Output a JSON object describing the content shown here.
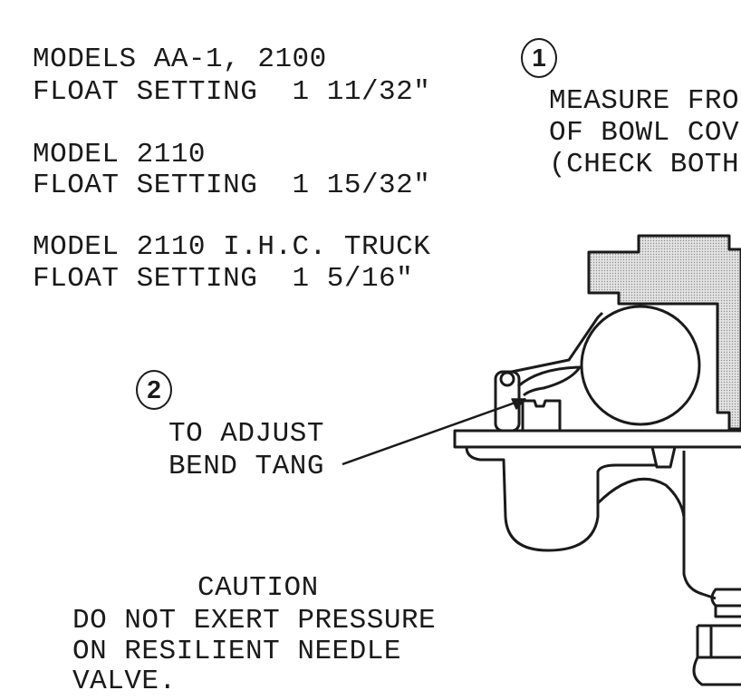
{
  "settings": [
    {
      "model": "MODELS AA-1, 2100",
      "setting": "FLOAT SETTING  1 11/32\""
    },
    {
      "model": "MODEL 2110",
      "setting": "FLOAT SETTING  1 15/32\""
    },
    {
      "model": "MODEL 2110 I.H.C. TRUCK",
      "setting": "FLOAT SETTING  1 5/16\""
    }
  ],
  "step1": {
    "number": "1",
    "lines": [
      "MEASURE FRO",
      "OF BOWL COV",
      "(CHECK BOTH"
    ]
  },
  "step2": {
    "number": "2",
    "lines": [
      "TO ADJUST",
      "BEND TANG"
    ]
  },
  "caution": {
    "title": "CAUTION",
    "lines": [
      "DO NOT EXERT PRESSURE",
      "ON RESILIENT NEEDLE",
      "VALVE."
    ]
  }
}
